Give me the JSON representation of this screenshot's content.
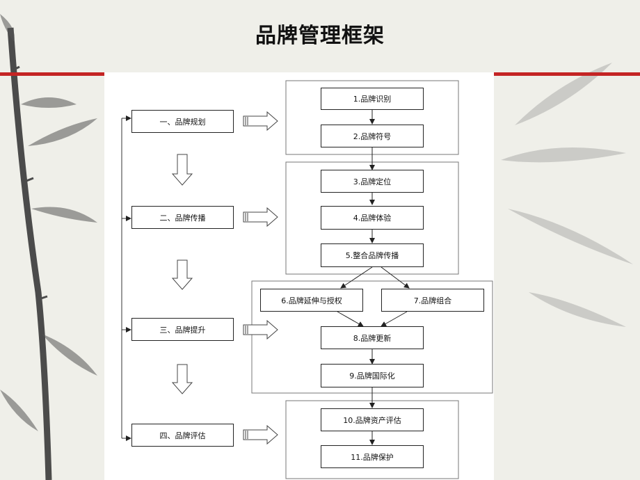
{
  "title": "品牌管理框架",
  "stages": [
    {
      "label": "一、品牌规划"
    },
    {
      "label": "二、品牌传播"
    },
    {
      "label": "三、品牌提升"
    },
    {
      "label": "四、品牌评估"
    }
  ],
  "steps": [
    {
      "label": "1.品牌识别"
    },
    {
      "label": "2.品牌符号"
    },
    {
      "label": "3.品牌定位"
    },
    {
      "label": "4.品牌体验"
    },
    {
      "label": "5.整合品牌传播"
    },
    {
      "label": "6.品牌延伸与授权"
    },
    {
      "label": "7.品牌组合"
    },
    {
      "label": "8.品牌更新"
    },
    {
      "label": "9.品牌国际化"
    },
    {
      "label": "10.品牌资产评估"
    },
    {
      "label": "11.品牌保护"
    }
  ],
  "colors": {
    "accent_line": "#c42424",
    "background": "#efefe9"
  }
}
